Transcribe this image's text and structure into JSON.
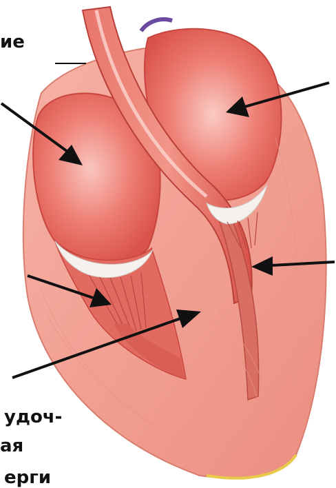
{
  "labels": {
    "top_left": "ие",
    "bottom_line1": "удоч-",
    "bottom_line2": "ая",
    "bottom_line3": "ерги"
  },
  "colors": {
    "muscle": "#f2a093",
    "chamber": "#e8645c",
    "vessel": "#df5a52",
    "arrow": "#111111"
  }
}
